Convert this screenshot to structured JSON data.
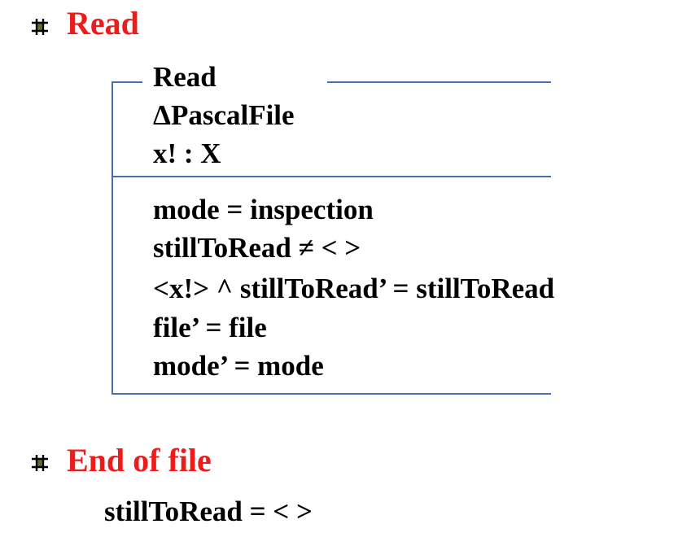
{
  "sections": [
    {
      "bullet_icon": "hash-bullet-icon",
      "heading": "Read"
    },
    {
      "bullet_icon": "hash-bullet-icon",
      "heading": "End of file"
    }
  ],
  "schema": {
    "name": "Read",
    "declarations": [
      "ΔPascalFile",
      "x! : X"
    ],
    "predicates": [
      "mode = inspection",
      "stillToRead ≠ < >",
      "<x!> ^ stillToRead’ = stillToRead",
      "file’ = file",
      "mode’ = mode"
    ]
  },
  "end_of_file_condition": "stillToRead = < >",
  "colors": {
    "heading": "#ee1b1b",
    "schema_line": "#4a6fa8",
    "text": "#000000"
  }
}
